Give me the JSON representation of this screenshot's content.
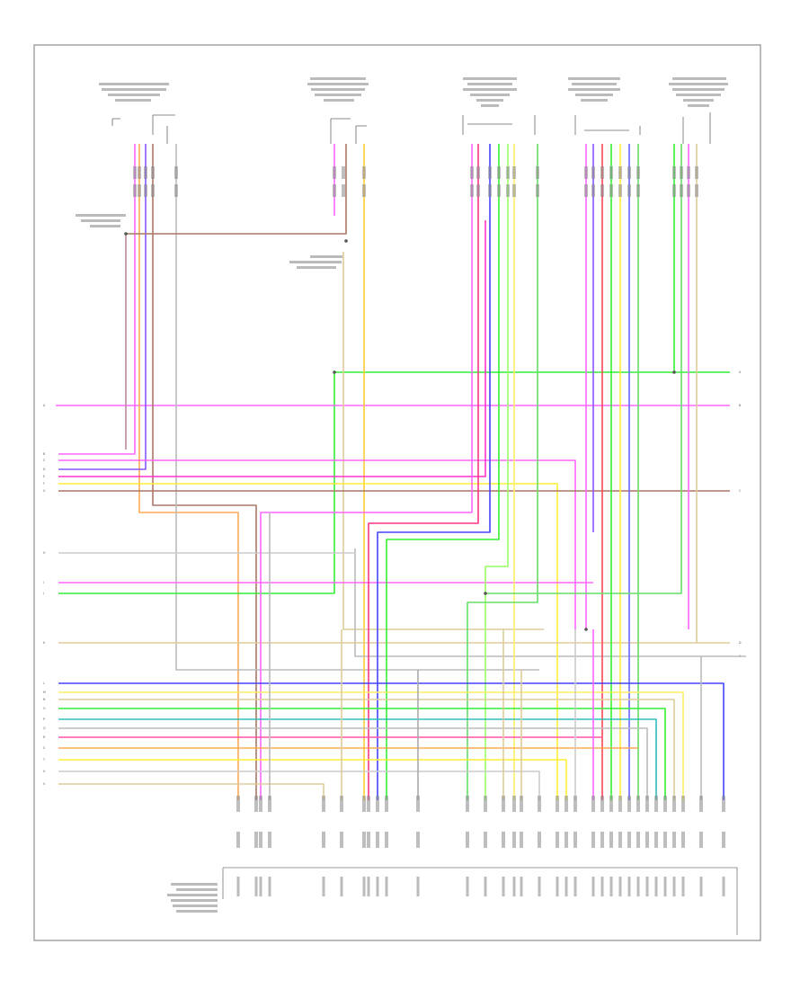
{
  "diagram_code": "",
  "components": {
    "right_front_sensor": "",
    "left_front_sensor": "",
    "left_rear_sensor": "",
    "right_rear_sensor": "",
    "far_right_sensor": "",
    "module": ""
  },
  "splices": {
    "splice_a": "",
    "splice_b": ""
  },
  "left_edge_refs": [
    "A",
    "B",
    "C",
    "D",
    "E",
    "F",
    "G",
    "H",
    "I",
    "J",
    "K",
    "L",
    "M",
    "N",
    "O",
    "P",
    "Q",
    "R",
    "S",
    "T",
    "U",
    "V"
  ],
  "right_edge_refs": [
    "A",
    "B",
    "C",
    "D",
    "E"
  ],
  "colors": {
    "pink": "#ff66ff",
    "magenta": "#ff33cc",
    "green": "#33ee33",
    "light_green": "#99ff66",
    "yellow": "#ffee33",
    "orange": "#ffaa55",
    "blue": "#4444ff",
    "violet": "#aa55ff",
    "red": "#ff4455",
    "teal": "#33bbbb",
    "gray": "#bbbbbb",
    "brown": "#aa7766",
    "tan": "#ddcc99",
    "frame": "#777777"
  }
}
